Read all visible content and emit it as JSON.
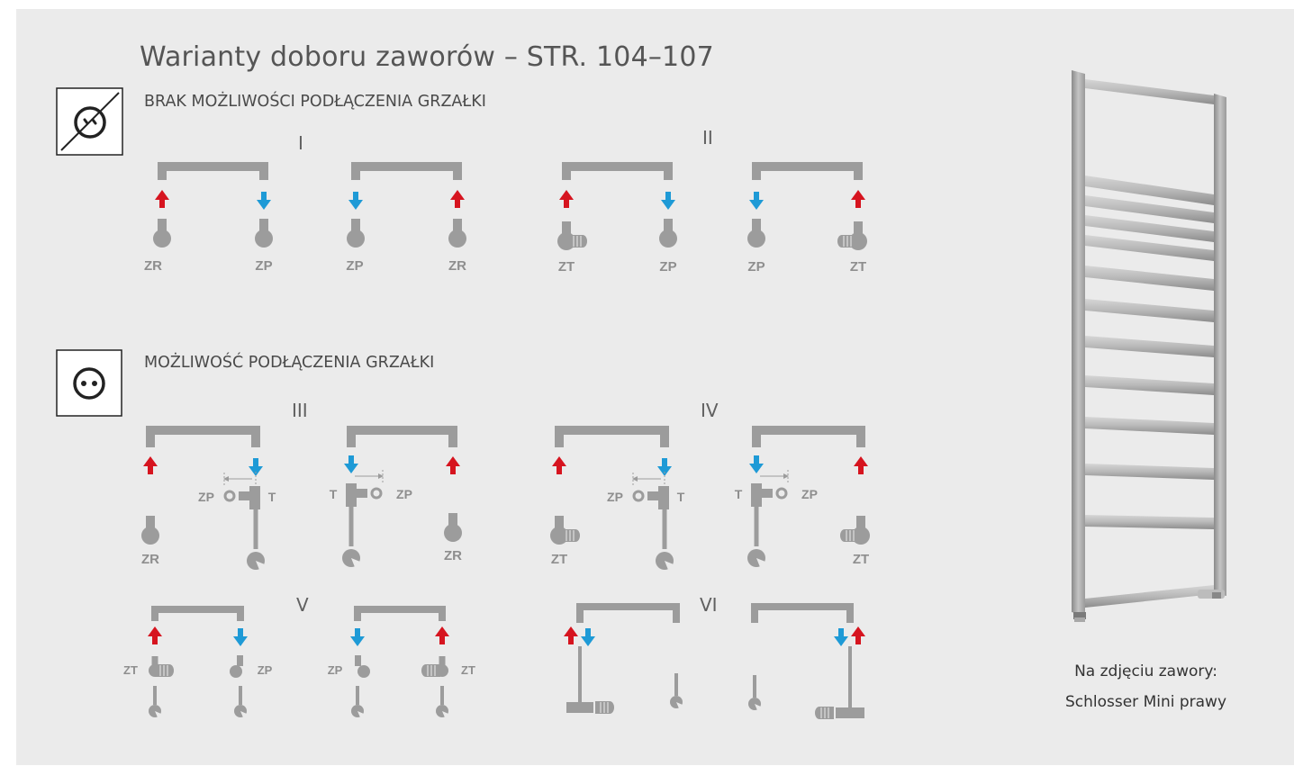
{
  "title": "Warianty doboru zaworów – STR. 104–107",
  "sections": [
    {
      "label": "BRAK MOŻLIWOŚCI PODŁĄCZENIA GRZAŁKI",
      "icon": "no-plug-icon"
    },
    {
      "label": "MOŻLIWOŚĆ PODŁĄCZENIA GRZAŁKI",
      "icon": "socket-icon"
    }
  ],
  "variants": [
    "I",
    "II",
    "III",
    "IV",
    "V",
    "VI"
  ],
  "valve_labels": {
    "zr": "ZR",
    "zp": "ZP",
    "zt": "ZT",
    "t": "T"
  },
  "caption": {
    "line1": "Na zdjęciu zawory:",
    "line2": "Schlosser Mini prawy"
  },
  "colors": {
    "background": "#ebebeb",
    "pipe": "#9c9c9c",
    "supply_arrow": "#d6141f",
    "return_arrow": "#1e9ad6"
  }
}
